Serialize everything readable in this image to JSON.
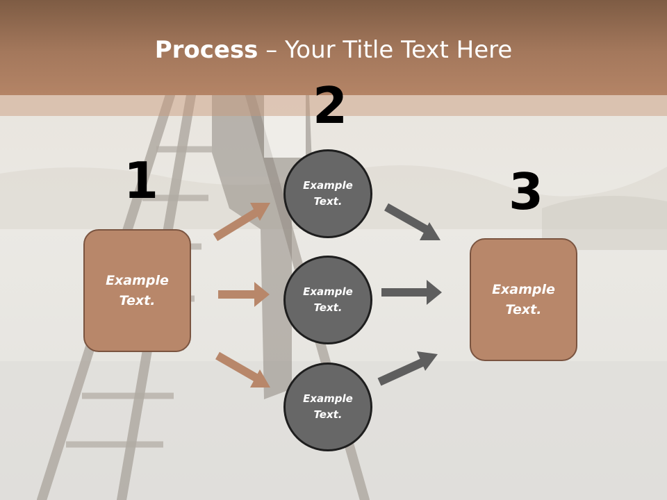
{
  "title": {
    "bold": "Process",
    "rest": " – Your Title Text Here"
  },
  "steps": [
    {
      "number": "1",
      "label": "Example\nText."
    },
    {
      "number": "2",
      "labels": [
        "Example\nText.",
        "Example\nText.",
        "Example\nText."
      ]
    },
    {
      "number": "3",
      "label": "Example\nText."
    }
  ],
  "colors": {
    "accent": "#b8876a",
    "circle": "#676767",
    "left_arrow": "#b8876a",
    "right_arrow": "#5e5e5e"
  }
}
